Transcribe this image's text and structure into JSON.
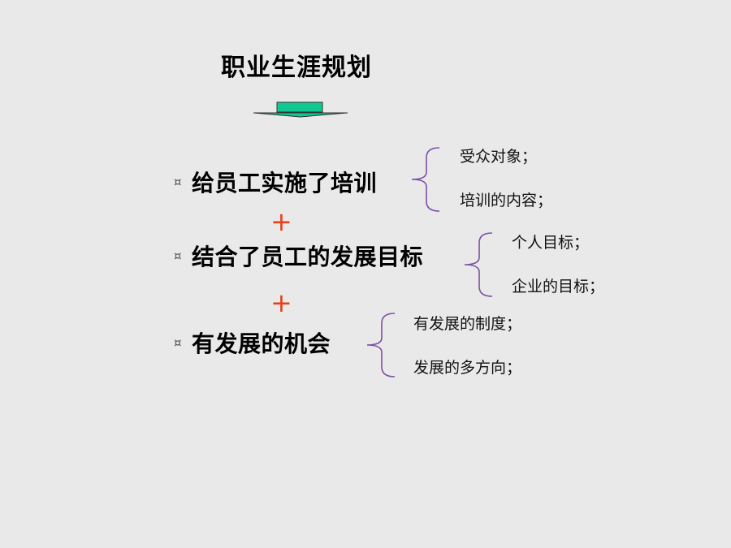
{
  "slide": {
    "title": "职业生涯规划",
    "bullet_glyph": "¤",
    "plus_glyph": "+",
    "items": [
      {
        "label": "给员工实施了培训",
        "subs": [
          "受众对象；",
          "培训的内容；"
        ]
      },
      {
        "label": "结合了员工的发展目标",
        "subs": [
          "个人目标；",
          "企业的目标；"
        ]
      },
      {
        "label": "有发展的机会",
        "subs": [
          "有发展的制度；",
          "发展的多方向；"
        ]
      }
    ]
  },
  "colors": {
    "accent_arrow": "#10c891",
    "plus": "#e8401c",
    "brace": "#7e4fa3"
  }
}
